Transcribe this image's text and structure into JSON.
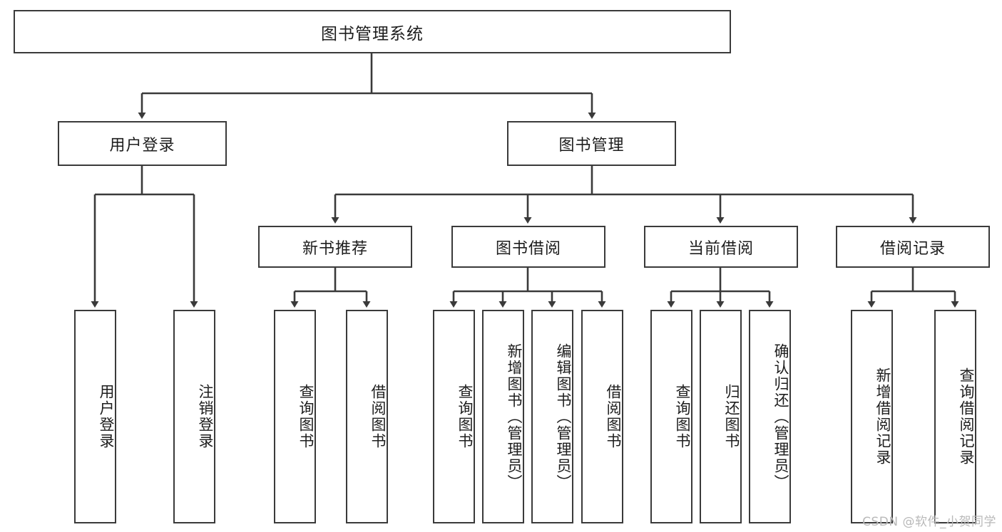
{
  "diagram": {
    "title_node": "图书管理系统",
    "watermark": "CSDN @软件_小贺同学",
    "line_color": "#3a3a3a",
    "box_fill": "#ffffff",
    "text_color": "#1d1d1d",
    "watermark_color": "#b9b9b9",
    "levels": {
      "level1": [
        {
          "id": "root",
          "label": "图书管理系统"
        }
      ],
      "level2": [
        {
          "id": "user-login",
          "label": "用户登录"
        },
        {
          "id": "book-manage",
          "label": "图书管理"
        }
      ],
      "level3": [
        {
          "id": "new-book-rec",
          "label": "新书推荐",
          "parent": "book-manage"
        },
        {
          "id": "book-borrow",
          "label": "图书借阅",
          "parent": "book-manage"
        },
        {
          "id": "current-borrow",
          "label": "当前借阅",
          "parent": "book-manage"
        },
        {
          "id": "borrow-record",
          "label": "借阅记录",
          "parent": "book-manage"
        }
      ],
      "leaves": [
        {
          "id": "leaf-user-login",
          "label": "用户登录",
          "parent": "user-login"
        },
        {
          "id": "leaf-logout",
          "label": "注销登录",
          "parent": "user-login"
        },
        {
          "id": "leaf-query-book-1",
          "label": "查询图书",
          "parent": "new-book-rec"
        },
        {
          "id": "leaf-borrow-book-1",
          "label": "借阅图书",
          "parent": "new-book-rec"
        },
        {
          "id": "leaf-query-book-2",
          "label": "查询图书",
          "parent": "book-borrow"
        },
        {
          "id": "leaf-add-book",
          "label": "新增图书（管理员）",
          "parent": "book-borrow"
        },
        {
          "id": "leaf-edit-book",
          "label": "编辑图书（管理员）",
          "parent": "book-borrow"
        },
        {
          "id": "leaf-borrow-book-2",
          "label": "借阅图书",
          "parent": "book-borrow"
        },
        {
          "id": "leaf-query-book-3",
          "label": "查询图书",
          "parent": "current-borrow"
        },
        {
          "id": "leaf-return-book",
          "label": "归还图书",
          "parent": "current-borrow"
        },
        {
          "id": "leaf-confirm-return",
          "label": "确认归还（管理员）",
          "parent": "current-borrow"
        },
        {
          "id": "leaf-add-record",
          "label": "新增借阅记录",
          "parent": "borrow-record"
        },
        {
          "id": "leaf-query-record",
          "label": "查询借阅记录",
          "parent": "borrow-record"
        }
      ]
    }
  }
}
